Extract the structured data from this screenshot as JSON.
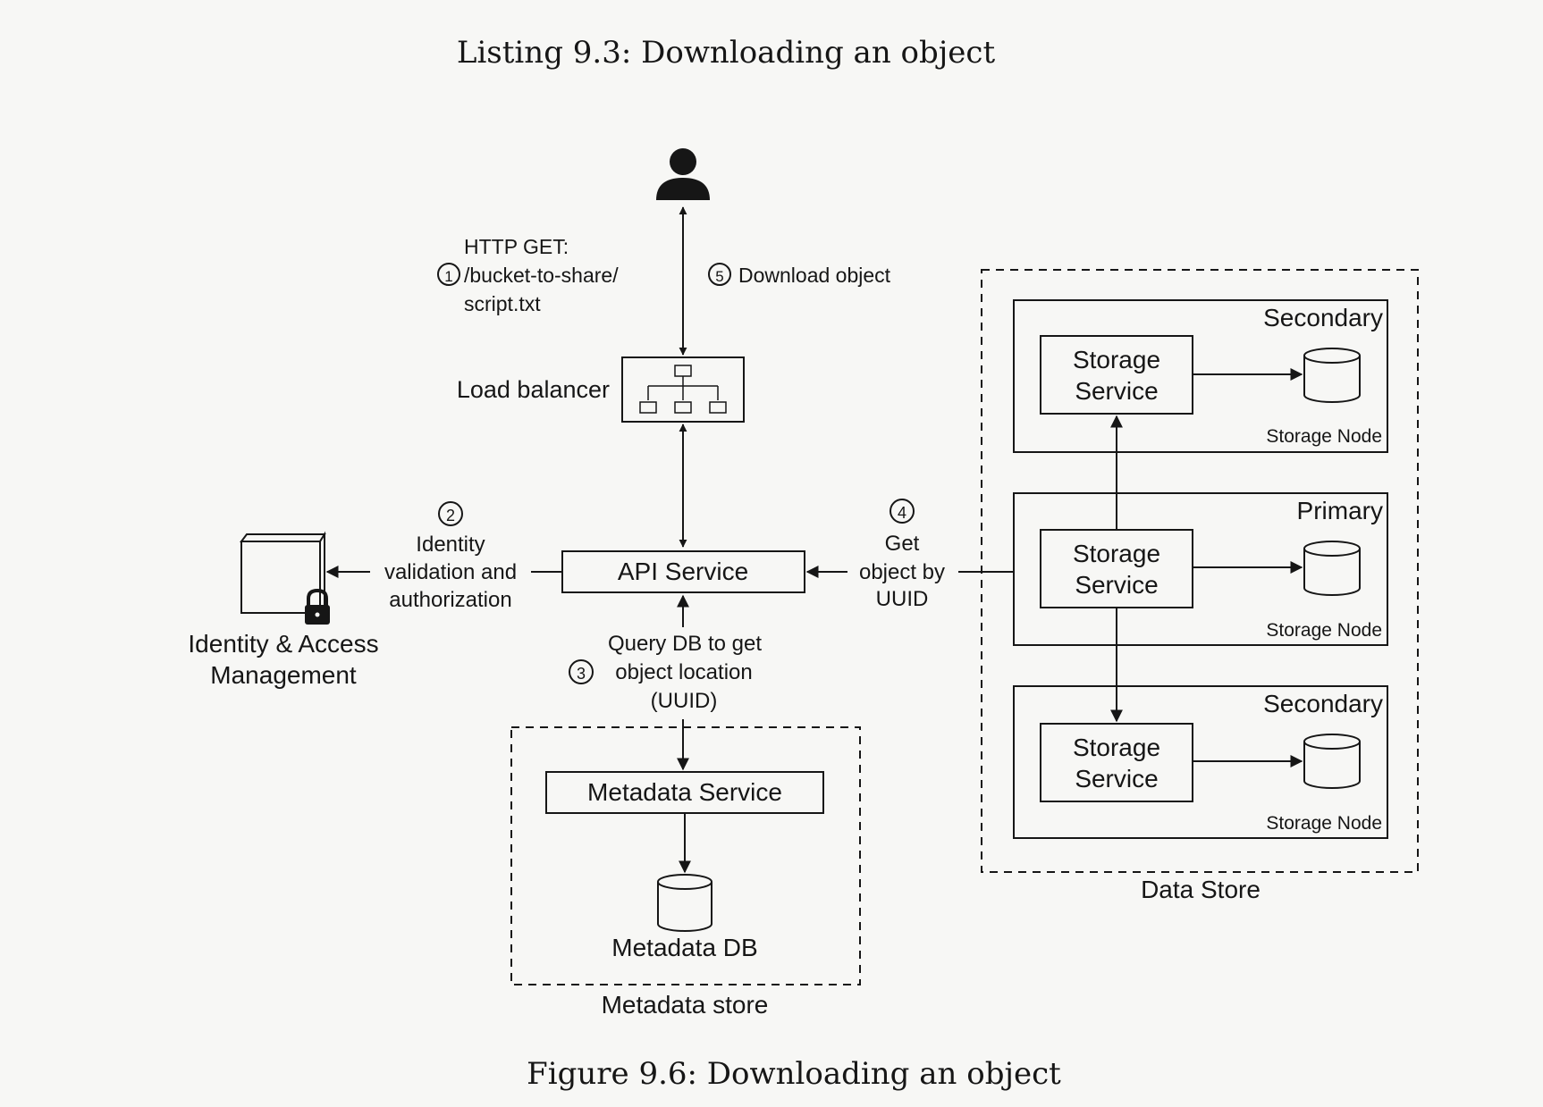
{
  "header": {
    "title": "Listing 9.3: Downloading an object"
  },
  "caption": "Figure 9.6: Downloading an object",
  "user": {
    "icon": "user-icon"
  },
  "load_balancer": {
    "label": "Load balancer",
    "icon": "load-balancer-icon"
  },
  "api_service": {
    "label": "API Service"
  },
  "iam": {
    "line1": "Identity & Access",
    "line2": "Management",
    "icon": "lock-icon"
  },
  "steps": {
    "s1": {
      "num": "1",
      "line1": "HTTP GET:",
      "line2": "/bucket-to-share/",
      "line3": "script.txt"
    },
    "s2": {
      "num": "2",
      "line1": "Identity",
      "line2": "validation and",
      "line3": "authorization"
    },
    "s3": {
      "num": "3",
      "line1": "Query DB to get",
      "line2": "object location",
      "line3": "(UUID)"
    },
    "s4": {
      "num": "4",
      "line1": "Get",
      "line2": "object by",
      "line3": "UUID"
    },
    "s5": {
      "num": "5",
      "line1": "Download object"
    }
  },
  "metadata_store": {
    "label": "Metadata store",
    "service": "Metadata Service",
    "db": "Metadata DB"
  },
  "data_store": {
    "label": "Data Store",
    "nodes": [
      {
        "role": "Secondary",
        "service_line1": "Storage",
        "service_line2": "Service",
        "node_label": "Storage Node"
      },
      {
        "role": "Primary",
        "service_line1": "Storage",
        "service_line2": "Service",
        "node_label": "Storage Node"
      },
      {
        "role": "Secondary",
        "service_line1": "Storage",
        "service_line2": "Service",
        "node_label": "Storage Node"
      }
    ]
  }
}
